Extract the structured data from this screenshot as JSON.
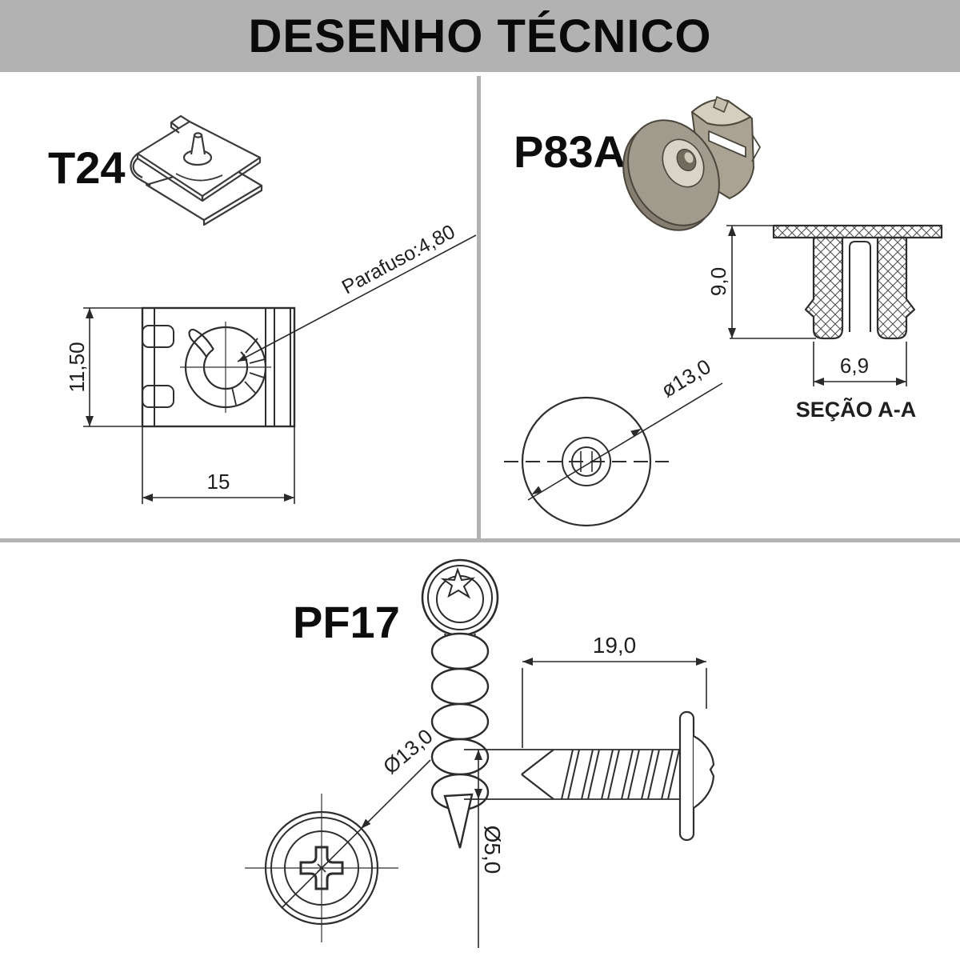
{
  "header": {
    "title": "DESENHO TÉCNICO"
  },
  "colors": {
    "header_bg": "#b2b2b2",
    "divider": "#b2b2b2",
    "ink": "#2d2d2d",
    "render_tan": "#a49d8e"
  },
  "parts": {
    "t24": {
      "label": "T24",
      "dims": {
        "height": "11,50",
        "width": "15"
      },
      "leader_note": "Parafuso:4,80"
    },
    "p83a": {
      "label": "P83A",
      "dims": {
        "height": "9,0",
        "width": "6,9",
        "diameter": "ø13,0"
      },
      "section_label": "SEÇÃO A-A"
    },
    "pf17": {
      "label": "PF17",
      "dims": {
        "length": "19,0",
        "shank_diameter": "Ø5,0",
        "head_diameter": "Ø13,0"
      }
    }
  }
}
